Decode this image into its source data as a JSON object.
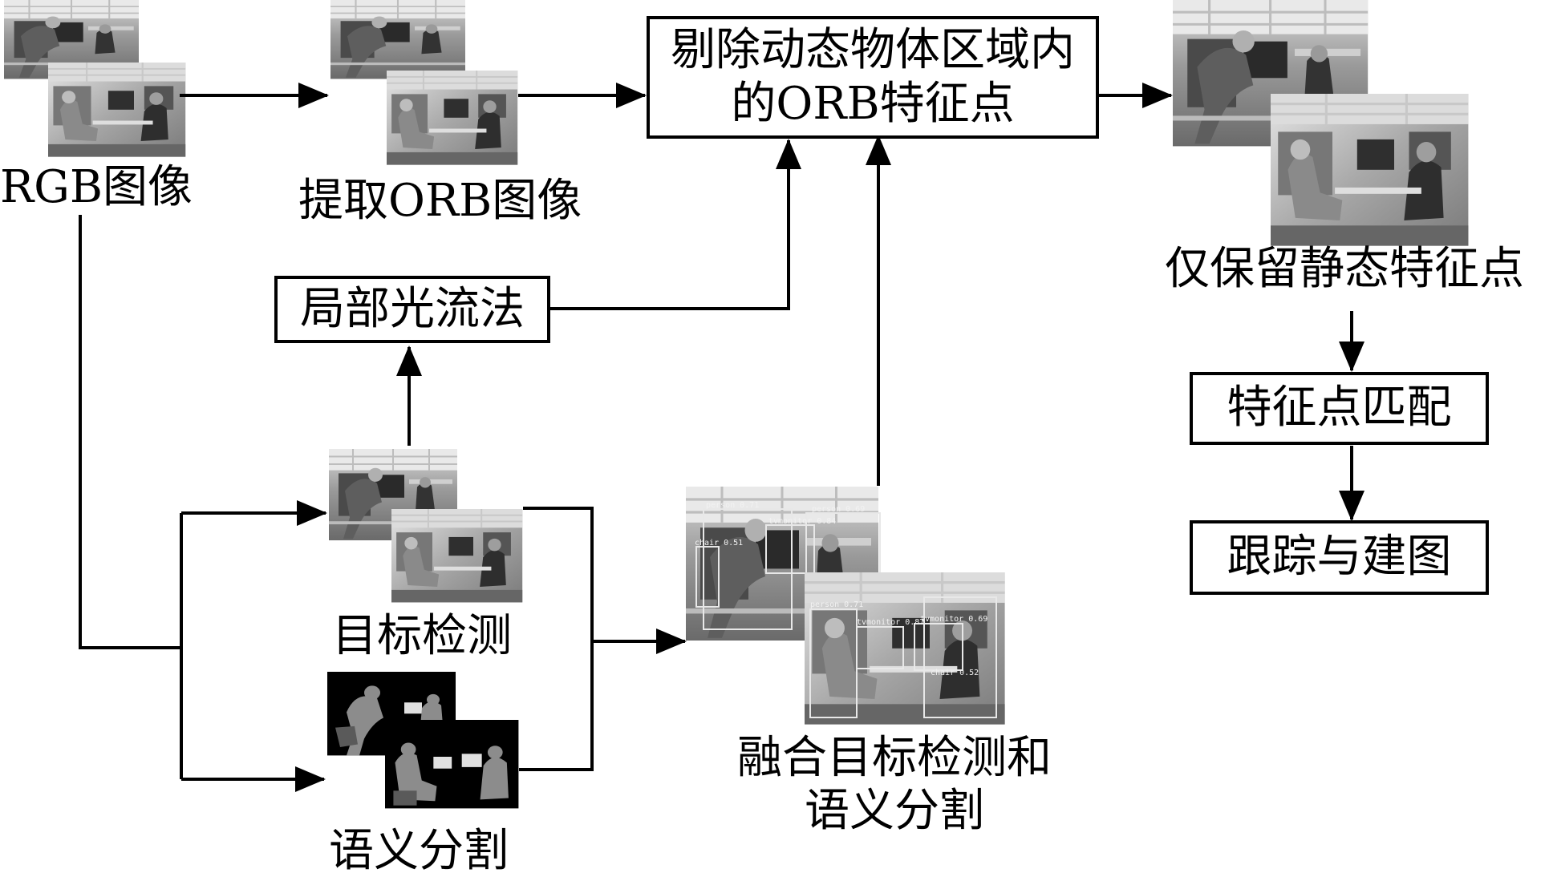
{
  "nodes": {
    "rgb_image": "RGB图像",
    "orb_image": "提取ORB图像",
    "remove_dynamic": [
      "剔除动态物体区域内",
      "的ORB特征点"
    ],
    "keep_static": "仅保留静态特征点",
    "optical_flow": "局部光流法",
    "object_detection": "目标检测",
    "semantic_segmentation": "语义分割",
    "fusion": [
      "融合目标检测和",
      "语义分割"
    ],
    "feature_match": "特征点匹配",
    "tracking_mapping": "跟踪与建图"
  },
  "detection_tags": [
    "person 0.71",
    "person 0.69",
    "tvmonitor 0.84",
    "chair 0.51",
    "person 0.71",
    "tvmonitor 0.87",
    "tvmonitor 0.69",
    "chair 0.52"
  ],
  "colors": {
    "stroke": "#000000",
    "background": "#ffffff"
  }
}
